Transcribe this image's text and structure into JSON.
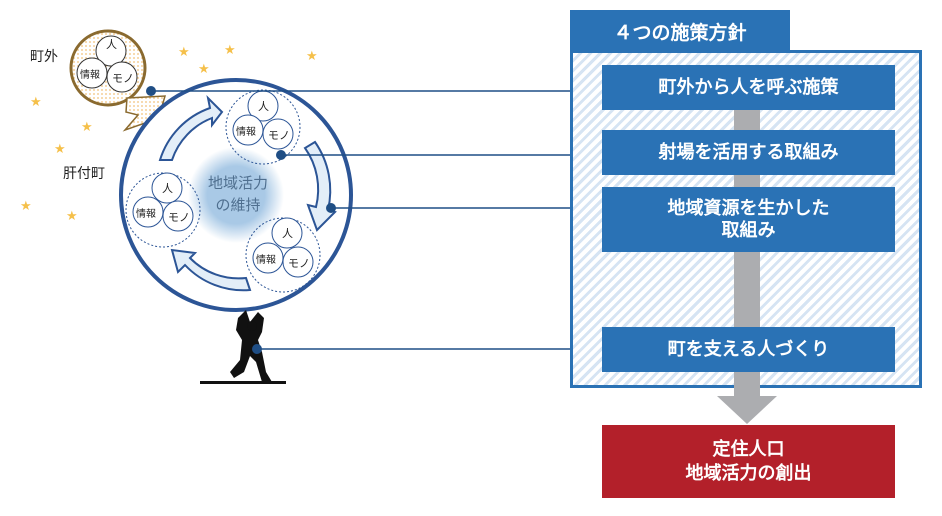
{
  "labels": {
    "outside_town": "町外",
    "town": "肝付町"
  },
  "center": {
    "line1": "地域活力",
    "line2": "の維持"
  },
  "resource_circle": {
    "person": "人",
    "info": "情報",
    "things": "モノ"
  },
  "panel": {
    "title": "４つの施策方針",
    "policies": [
      {
        "label": "町外から人を呼ぶ施策"
      },
      {
        "label": "射場を活用する取組み"
      },
      {
        "label_line1": "地域資源を生かした",
        "label_line2": "取組み"
      },
      {
        "label": "町を支える人づくり"
      }
    ]
  },
  "result": {
    "line1": "定住人口",
    "line2": "地域活力の創出"
  },
  "colors": {
    "blue": "#2a72b5",
    "navy": "#1f4e85",
    "red": "#b3202a",
    "gray": "#acadb0",
    "star": "#f5c04a"
  }
}
